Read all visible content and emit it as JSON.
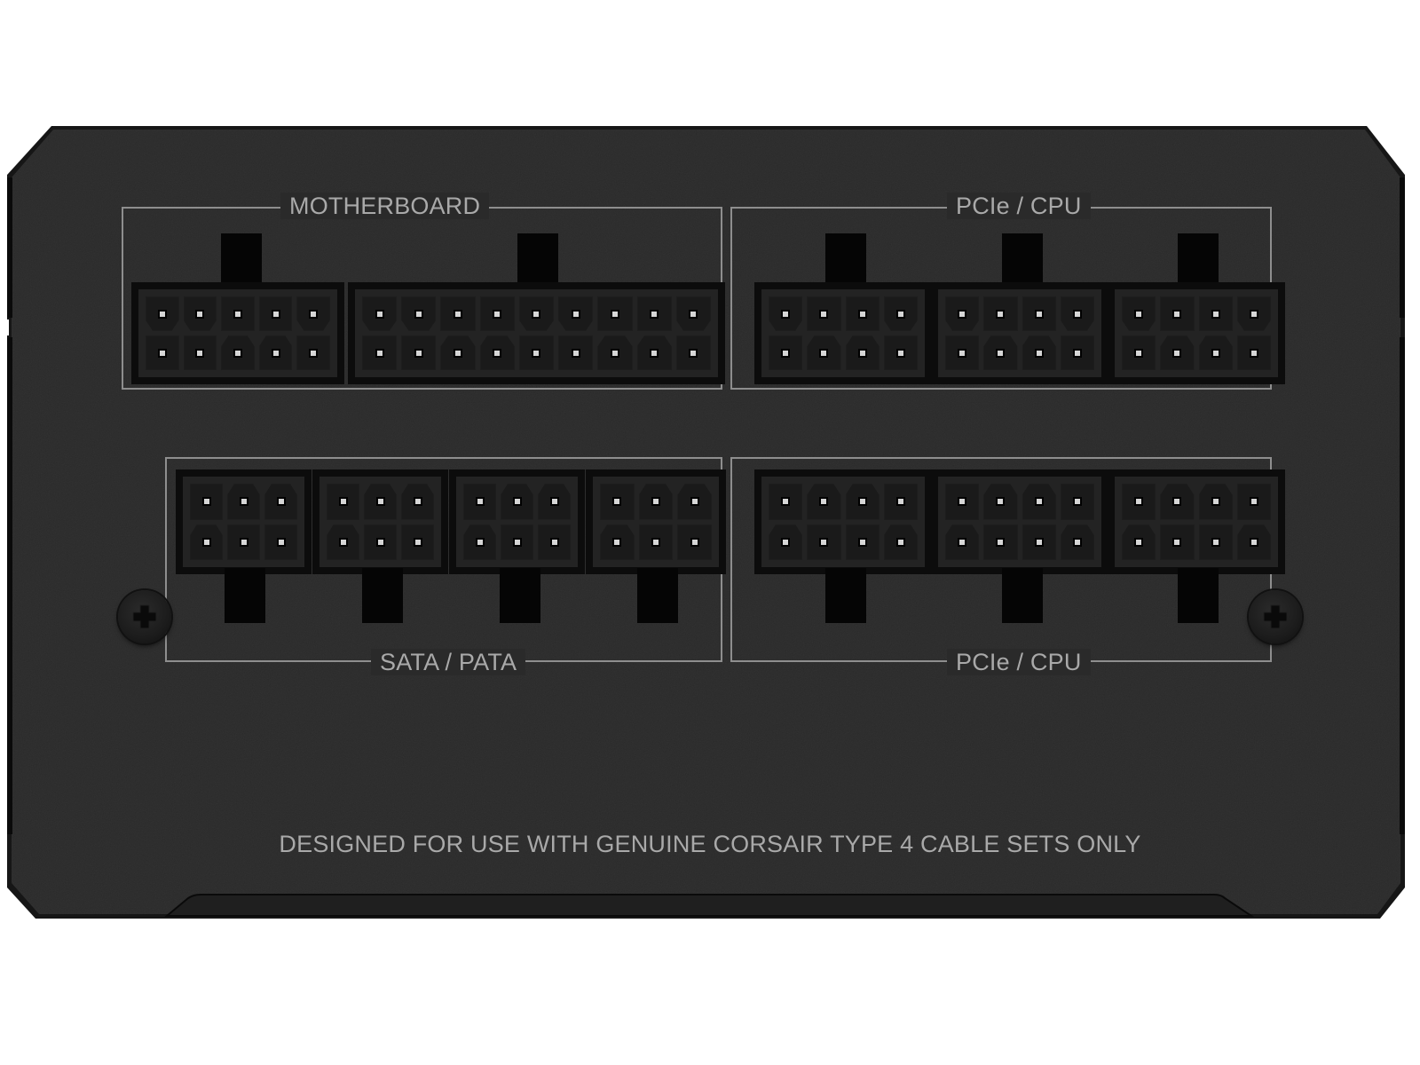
{
  "product": {
    "type": "Modular PSU rear connector panel",
    "panel_color": "#2a2a2a",
    "label_color": "#a9a9a9",
    "line_color": "#8e8e8e"
  },
  "groups": {
    "motherboard": {
      "label": "MOTHERBOARD"
    },
    "pcie_cpu_top": {
      "label": "PCIe / CPU"
    },
    "sata_pata": {
      "label": "SATA / PATA"
    },
    "pcie_cpu_bottom": {
      "label": "PCIe / CPU"
    }
  },
  "connectors": {
    "motherboard": [
      {
        "name": "10-pin",
        "rows": 2,
        "cols": 5
      },
      {
        "name": "18-pin",
        "rows": 2,
        "cols": 9
      }
    ],
    "pcie_cpu_top": [
      {
        "name": "8-pin",
        "rows": 2,
        "cols": 4
      },
      {
        "name": "8-pin",
        "rows": 2,
        "cols": 4
      },
      {
        "name": "8-pin",
        "rows": 2,
        "cols": 4
      }
    ],
    "sata_pata": [
      {
        "name": "6-pin",
        "rows": 2,
        "cols": 3
      },
      {
        "name": "6-pin",
        "rows": 2,
        "cols": 3
      },
      {
        "name": "6-pin",
        "rows": 2,
        "cols": 3
      },
      {
        "name": "6-pin",
        "rows": 2,
        "cols": 3
      }
    ],
    "pcie_cpu_bottom": [
      {
        "name": "8-pin",
        "rows": 2,
        "cols": 4
      },
      {
        "name": "8-pin",
        "rows": 2,
        "cols": 4
      },
      {
        "name": "8-pin",
        "rows": 2,
        "cols": 4
      }
    ]
  },
  "screws": [
    "left-screw",
    "right-screw"
  ],
  "notice": "DESIGNED FOR USE WITH GENUINE CORSAIR TYPE 4 CABLE SETS ONLY"
}
